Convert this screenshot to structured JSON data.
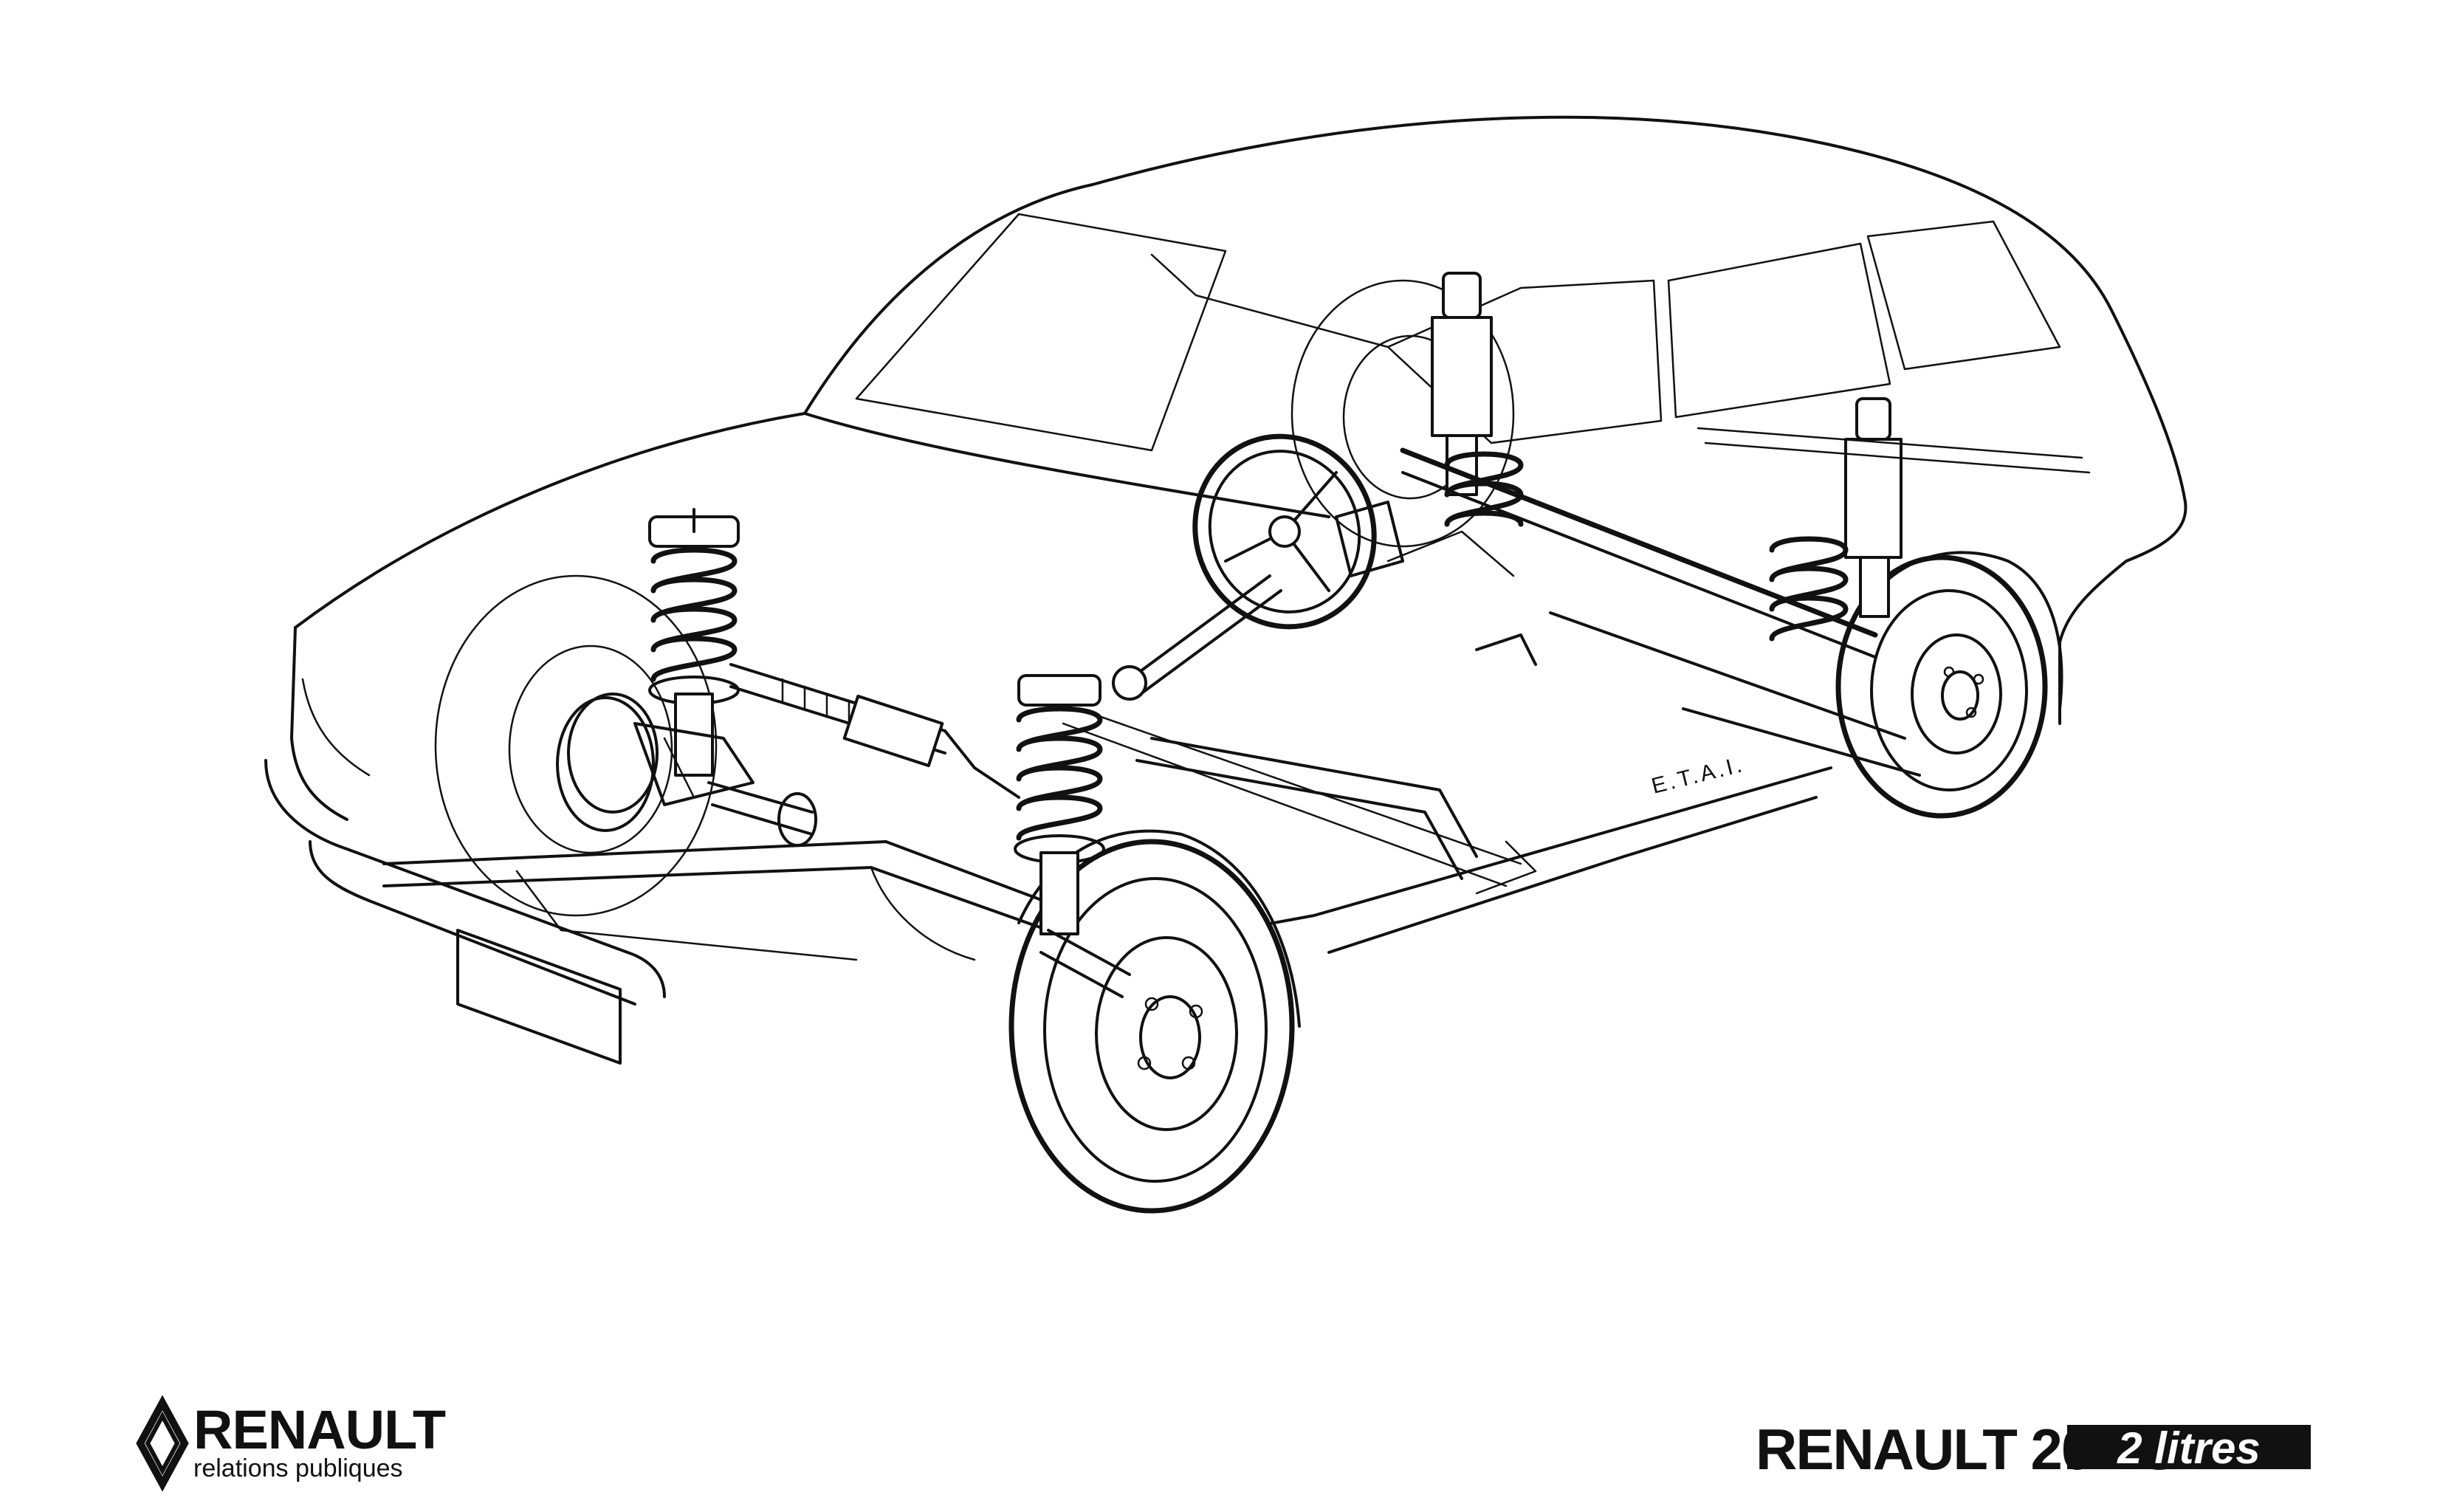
{
  "drawing": {
    "signature": "E.T.A.I."
  },
  "brand": {
    "name": "RENAULT",
    "subtitle": "relations publiques",
    "logo_icon": "renault-diamond-icon"
  },
  "model": {
    "name": "RENAULT 20 TS",
    "badge": "2 litres"
  },
  "colors": {
    "ink": "#111111",
    "paper": "#ffffff"
  }
}
